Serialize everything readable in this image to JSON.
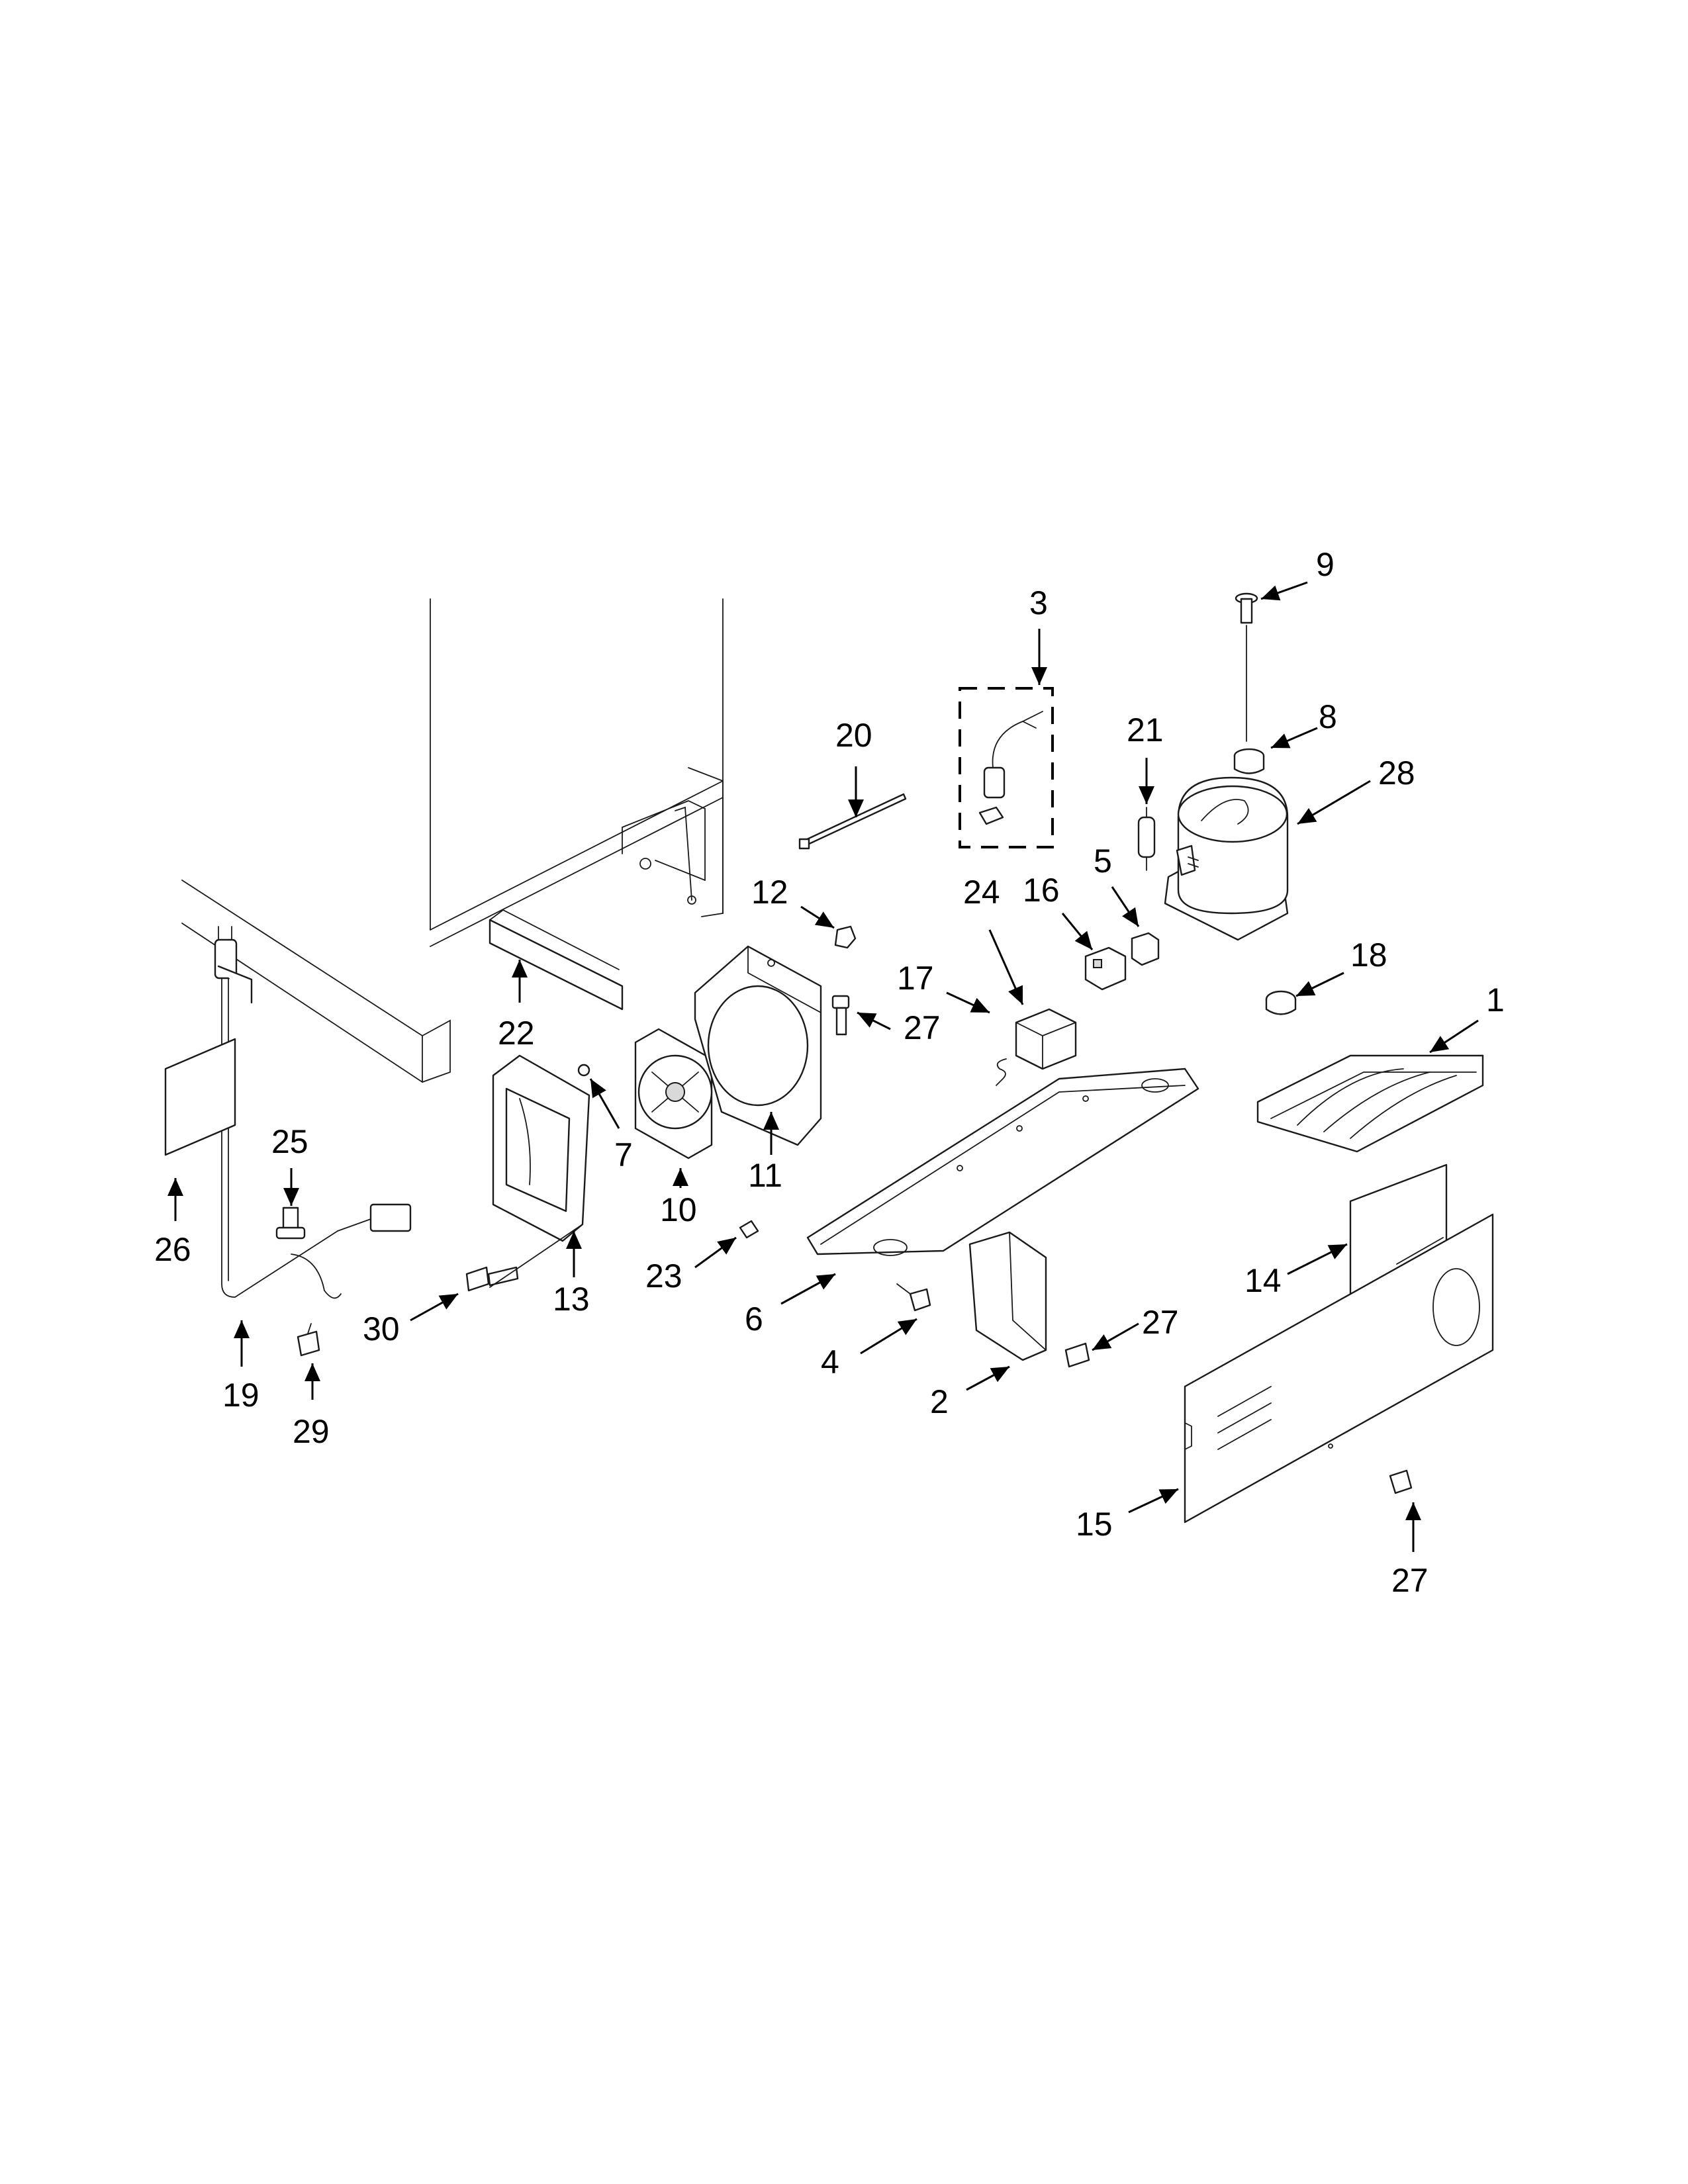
{
  "callouts": [
    {
      "id": "c1",
      "label": "1"
    },
    {
      "id": "c2",
      "label": "2"
    },
    {
      "id": "c3",
      "label": "3"
    },
    {
      "id": "c4",
      "label": "4"
    },
    {
      "id": "c5",
      "label": "5"
    },
    {
      "id": "c6",
      "label": "6"
    },
    {
      "id": "c7",
      "label": "7"
    },
    {
      "id": "c8",
      "label": "8"
    },
    {
      "id": "c9",
      "label": "9"
    },
    {
      "id": "c10",
      "label": "10"
    },
    {
      "id": "c11",
      "label": "11"
    },
    {
      "id": "c12",
      "label": "12"
    },
    {
      "id": "c13",
      "label": "13"
    },
    {
      "id": "c14",
      "label": "14"
    },
    {
      "id": "c15",
      "label": "15"
    },
    {
      "id": "c16",
      "label": "16"
    },
    {
      "id": "c17",
      "label": "17"
    },
    {
      "id": "c18",
      "label": "18"
    },
    {
      "id": "c19",
      "label": "19"
    },
    {
      "id": "c20",
      "label": "20"
    },
    {
      "id": "c21",
      "label": "21"
    },
    {
      "id": "c22",
      "label": "22"
    },
    {
      "id": "c23",
      "label": "23"
    },
    {
      "id": "c24",
      "label": "24"
    },
    {
      "id": "c25",
      "label": "25"
    },
    {
      "id": "c26",
      "label": "26"
    },
    {
      "id": "c27a",
      "label": "27"
    },
    {
      "id": "c27b",
      "label": "27"
    },
    {
      "id": "c27c",
      "label": "27"
    },
    {
      "id": "c28",
      "label": "28"
    },
    {
      "id": "c29",
      "label": "29"
    },
    {
      "id": "c30",
      "label": "30"
    }
  ]
}
